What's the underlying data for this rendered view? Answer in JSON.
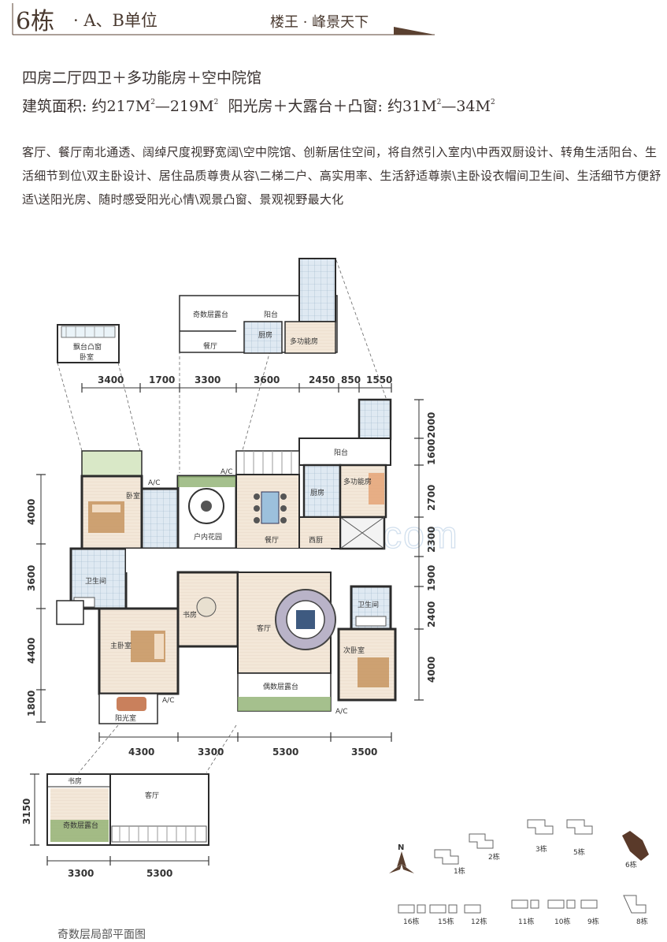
{
  "header": {
    "building": "6栋",
    "units": "· A、B单位",
    "slogan": "楼王 · 峰景天下"
  },
  "layout_line": "四房二厅四卫＋多功能房＋空中院馆",
  "area": {
    "label": "建筑面积:",
    "value_pre": "约217M",
    "sup1": "2",
    "value_mid": "—219M",
    "sup2": "2",
    "extra_label": "阳光房＋大露台＋凸窗:",
    "extra_pre": "约31M",
    "sup3": "2",
    "extra_mid": "—34M",
    "sup4": "2"
  },
  "description": "客厅、餐厅南北通透、阔绰尺度视野宽阔\\空中院馆、创新居住空间，将自然引入室内\\中西双厨设计、转角生活阳台、生活细节到位\\双主卧设计、居住品质尊贵从容\\二梯二户、高实用率、生活舒适尊崇\\主卧设衣帽间卫生间、生活细节方便舒适\\送阳光房、随时感受阳光心情\\观景凸窗、景观视野最大化",
  "watermark": "www.szhome.com",
  "dimensions": {
    "top": [
      "3400",
      "1700",
      "3300",
      "3600",
      "2450",
      "850",
      "1550"
    ],
    "bottom": [
      "4300",
      "3300",
      "5300",
      "3500"
    ],
    "left": [
      "4000",
      "3600",
      "4400",
      "1800"
    ],
    "right": [
      "2000",
      "1600",
      "2700",
      "2300",
      "1900",
      "2400",
      "4000"
    ],
    "inset_side": "3150",
    "inset_bottom": [
      "3300",
      "5300"
    ]
  },
  "rooms": {
    "bay_window": "飘台凸窗",
    "bedroom_top": "卧室",
    "odd_terrace": "奇数层露台",
    "balcony": "阳台",
    "kitchen": "厨房",
    "multi_room": "多功能房",
    "dining": "餐厅",
    "terrace_odd": "偶数层露台",
    "bedroom": "卧室",
    "courtyard": "户内花园",
    "west_kitchen": "西厨",
    "bathroom": "卫生间",
    "study": "书房",
    "living": "客厅",
    "master_bedroom": "主卧室",
    "second_bedroom": "次卧室",
    "sunroom": "阳光室",
    "ac": "A/C",
    "study_inset": "书房",
    "living_inset": "客厅",
    "odd_terrace_inset": "奇数层露台"
  },
  "site_plan": {
    "north": "N",
    "buildings_top": [
      "1栋",
      "2栋",
      "3栋",
      "5栋",
      "6栋"
    ],
    "buildings_bottom": [
      "16栋",
      "15栋",
      "12栋",
      "11栋",
      "10栋",
      "9栋",
      "8栋"
    ]
  },
  "caption": "奇数层局部平面图",
  "colors": {
    "text": "#3a3230",
    "accent_brown": "#5a4030",
    "wall": "#2b2b2b",
    "green": "#8fb070",
    "bathroom_blue": "#9cc0dc",
    "wood": "#c08a50",
    "highlight_building": "#5a3a2a"
  }
}
